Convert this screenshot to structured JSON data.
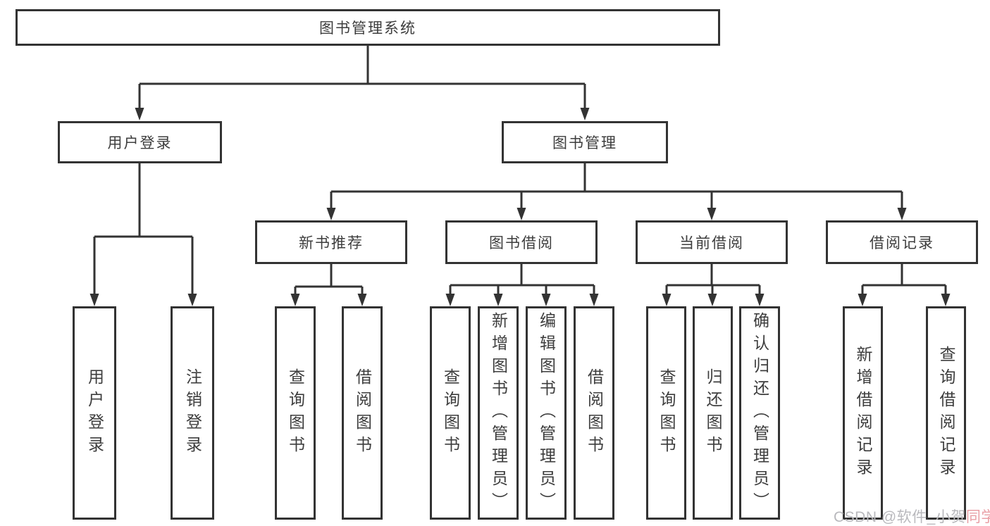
{
  "colors": {
    "line": "#333333",
    "box_border": "#333333",
    "text": "#3d3d3d",
    "background": "#ffffff",
    "watermark_gray": "#b9b9bd",
    "watermark_accent": "#e99fa5"
  },
  "tree": {
    "root": "图书管理系统",
    "branches": [
      {
        "label": "用户登录",
        "children": [
          "用户登录",
          "注销登录"
        ]
      },
      {
        "label": "图书管理",
        "children": [
          {
            "label": "新书推荐",
            "children": [
              "查询图书",
              "借阅图书"
            ]
          },
          {
            "label": "图书借阅",
            "children": [
              "查询图书",
              "新增图书（管理员）",
              "编辑图书（管理员）",
              "借阅图书"
            ]
          },
          {
            "label": "当前借阅",
            "children": [
              "查询图书",
              "归还图书",
              "确认归还（管理员）"
            ]
          },
          {
            "label": "借阅记录",
            "children": [
              "新增借阅记录",
              "查询借阅记录"
            ]
          }
        ]
      }
    ]
  },
  "watermark": {
    "gray_text": "CSDN @软件_小贺",
    "accent_text": "同学"
  }
}
